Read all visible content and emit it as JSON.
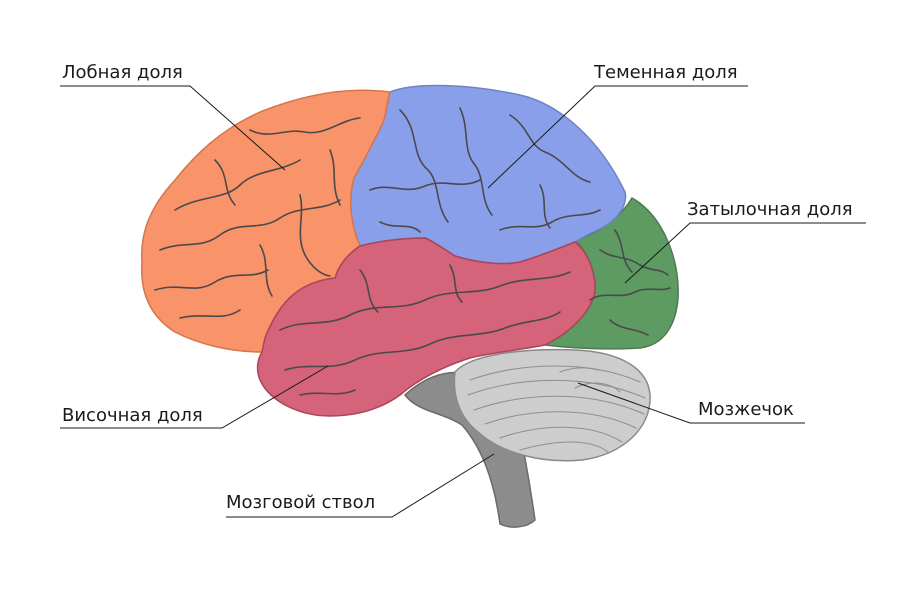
{
  "colors": {
    "frontal": "#f8936a",
    "parietal": "#8a9fe9",
    "occipital": "#5e9b62",
    "temporal": "#d5637a",
    "cerebellum": "#cdcdcd",
    "brainstem": "#8c8c8c",
    "outline": "#5a5a5a"
  },
  "labels": {
    "frontal": "Лобная доля",
    "parietal": "Теменная доля",
    "occipital": "Затылочная доля",
    "temporal": "Височная доля",
    "cerebellum": "Мозжечок",
    "brainstem": "Мозговой ствол"
  }
}
